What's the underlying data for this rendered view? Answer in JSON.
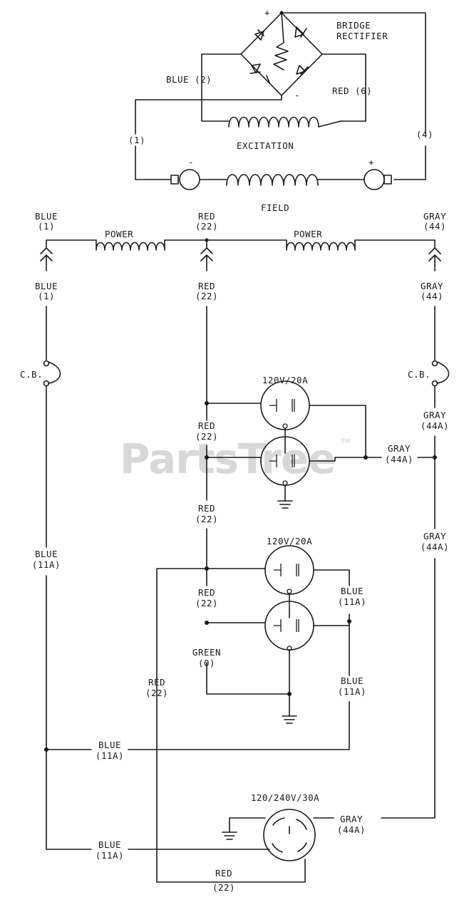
{
  "watermark": {
    "text": "PartsTree",
    "tm": "TM"
  },
  "labels": {
    "bridge": "BRIDGE",
    "rectifier": "RECTIFIER",
    "plus_top": "+",
    "minus_bot": "-",
    "blue2": "BLUE (2)",
    "red6": "RED (6)",
    "excitation": "EXCITATION",
    "wire1": "(1)",
    "wire4": "(4)",
    "field_minus": "-",
    "field_plus": "+",
    "field": "FIELD",
    "blue_1_top_a": "BLUE",
    "blue_1_top_b": "(1)",
    "power_left": "POWER",
    "red22_top_a": "RED",
    "red22_top_b": "(22)",
    "power_right": "POWER",
    "gray44_top_a": "GRAY",
    "gray44_top_b": "(44)",
    "blue_1_a": "BLUE",
    "blue_1_b": "(1)",
    "red22_b_a": "RED",
    "red22_b_b": "(22)",
    "gray44_b_a": "GRAY",
    "gray44_b_b": "(44)",
    "cb_left": "C.B.",
    "cb_right": "C.B.",
    "gray44a_1_a": "GRAY",
    "gray44a_1_b": "(44A)",
    "recept1": "120V/20A",
    "red22_c_a": "RED",
    "red22_c_b": "(22)",
    "gray44a_2_a": "GRAY",
    "gray44a_2_b": "(44A)",
    "red22_d_a": "RED",
    "red22_d_b": "(22)",
    "gray44a_3_a": "GRAY",
    "gray44a_3_b": "(44A)",
    "blue11a_left_a": "BLUE",
    "blue11a_left_b": "(11A)",
    "recept2": "120V/20A",
    "red22_e_a": "RED",
    "red22_e_b": "(22)",
    "blue11a_r1_a": "BLUE",
    "blue11a_r1_b": "(11A)",
    "green0_a": "GREEN",
    "green0_b": "(0)",
    "red22_f_a": "RED",
    "red22_f_b": "(22)",
    "blue11a_r2_a": "BLUE",
    "blue11a_r2_b": "(11A)",
    "blue11a_mid_a": "BLUE",
    "blue11a_mid_b": "(11A)",
    "recept3": "120/240V/30A",
    "gray44a_4_a": "GRAY",
    "gray44a_4_b": "(44A)",
    "blue11a_bot_a": "BLUE",
    "blue11a_bot_b": "(11A)",
    "red22_bot_a": "RED",
    "red22_bot_b": "(22)"
  }
}
